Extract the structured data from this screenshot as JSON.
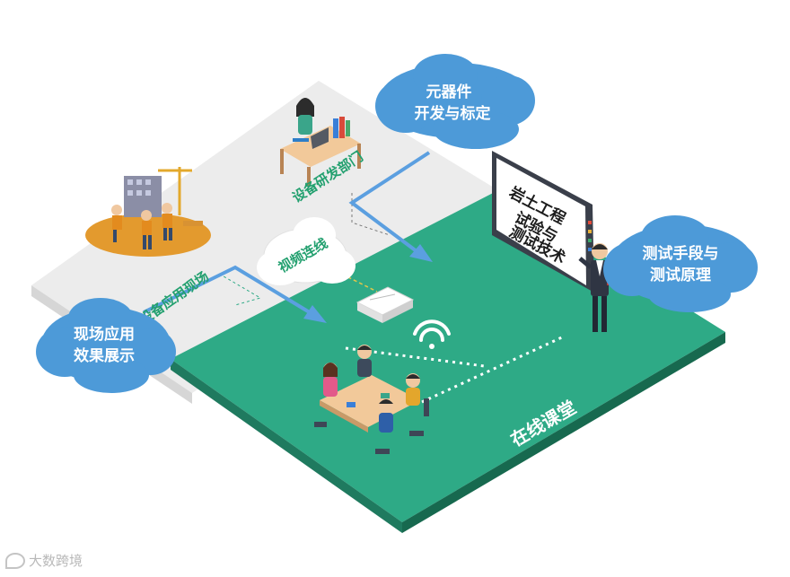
{
  "colors": {
    "classroom_floor": "#2eaa86",
    "classroom_edge": "#1f7a5f",
    "upper_floor": "#ececec",
    "cloud": "#4d9ad8",
    "arrow": "#5b9fe0",
    "label_green": "#23a06f"
  },
  "clouds": {
    "component": [
      "元器件",
      "开发与标定"
    ],
    "field_effect": [
      "现场应用",
      "效果展示"
    ],
    "testing": [
      "测试手段与",
      "测试原理"
    ]
  },
  "floor_labels": {
    "rd_dept": "设备研发部门",
    "field_site": "设备应用现场",
    "video_link": "视频连线",
    "online_class": "在线课堂"
  },
  "board_text": [
    "岩土工程",
    "试验与",
    "测试技术"
  ],
  "watermark": "大数跨境",
  "icons": [
    "wifi-icon",
    "router-icon",
    "cloud-icon",
    "teacher-figure",
    "workers-figure",
    "researcher-figure",
    "students-figure"
  ]
}
